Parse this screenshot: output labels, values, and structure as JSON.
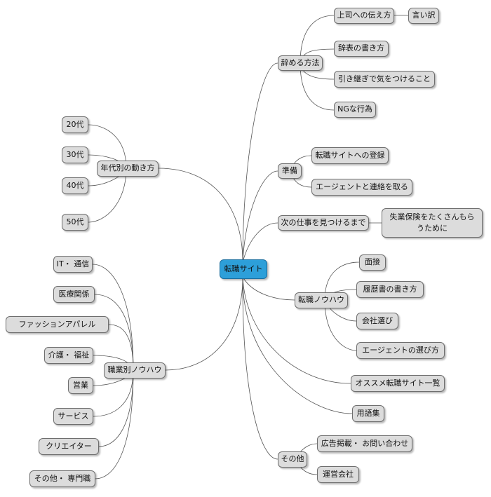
{
  "colors": {
    "node_fill": "#dcdcdc",
    "root_fill": "#2d9fd9",
    "line": "#555555"
  },
  "root": "転職サイト",
  "right": {
    "resign": {
      "label": "辞める方法",
      "children": [
        "上司への伝え方",
        "辞表の書き方",
        "引き継ぎで気をつけること",
        "NGな行為"
      ],
      "boss_child": "言い訳"
    },
    "prepare": {
      "label": "準備",
      "children": [
        "転職サイトへの登録",
        "エージェントと連絡を取る"
      ]
    },
    "next_job": {
      "label": "次の仕事を見つけるまで",
      "child": "失業保険をたくさんもらうために"
    },
    "knowhow": {
      "label": "転職ノウハウ",
      "children": [
        "面接",
        "履歴書の書き方",
        "会社選び",
        "エージェントの選び方"
      ]
    },
    "recommend": "オススメ転職サイト一覧",
    "glossary": "用語集",
    "other": {
      "label": "その他",
      "children": [
        "広告掲載・ お問い合わせ",
        "運営会社"
      ]
    }
  },
  "left": {
    "age": {
      "label": "年代別の動き方",
      "children": [
        "20代",
        "30代",
        "40代",
        "50代"
      ]
    },
    "job": {
      "label": "職業別ノウハウ",
      "children": [
        "IT・ 通信",
        "医療関係",
        "ファッションアパレル",
        "介護・ 福祉",
        "営業",
        "サービス",
        "クリエイター",
        "その他・ 専門職"
      ]
    }
  }
}
